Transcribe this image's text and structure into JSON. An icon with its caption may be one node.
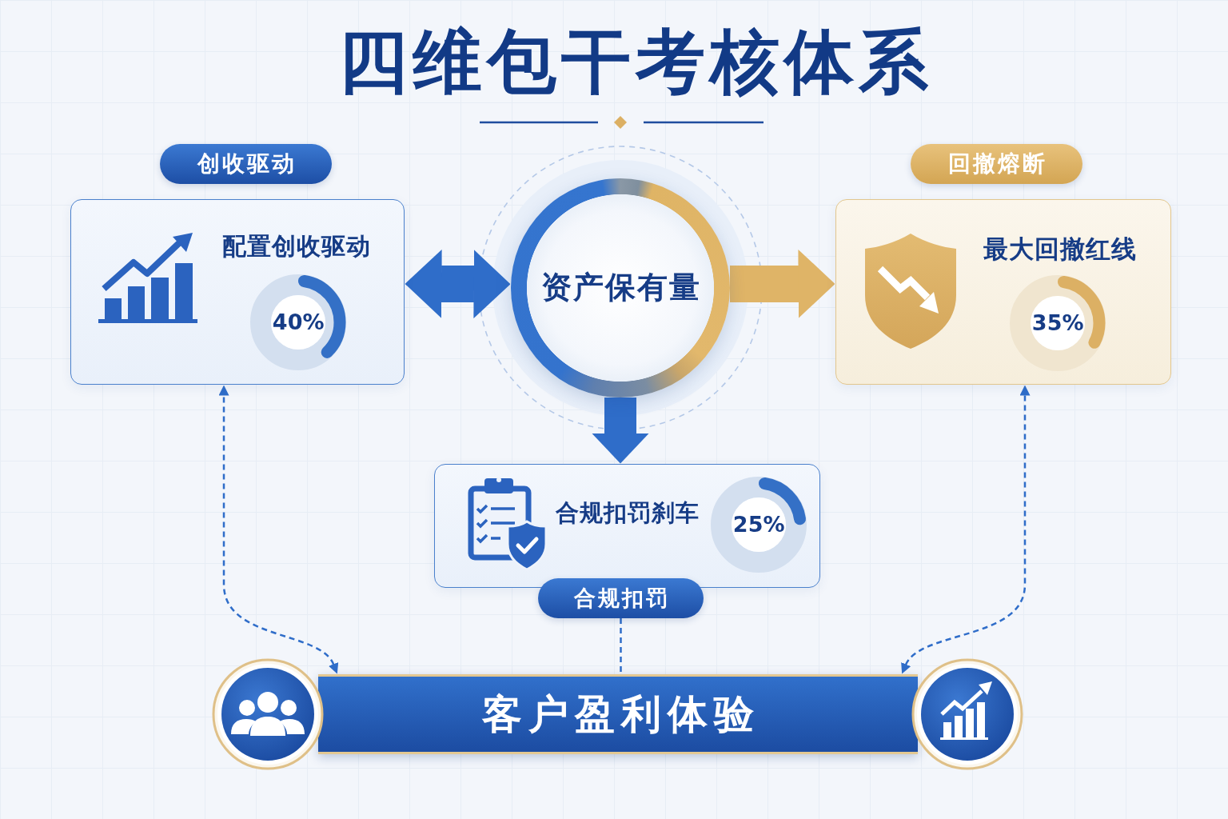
{
  "diagram": {
    "title": "四维包干考核体系",
    "nodes": [
      {
        "text": [
          "创收驱动"
        ]
      },
      {
        "text": [
          "回撤熔断"
        ]
      },
      {
        "text": [
          "配置创收驱动"
        ]
      },
      {
        "text": [
          "40%"
        ],
        "in": 2
      },
      {
        "text": [
          "资产保有量"
        ]
      },
      {
        "text": [
          "最大回撤红线"
        ]
      },
      {
        "text": [
          "35%"
        ],
        "in": 5
      },
      {
        "text": [
          "合规扣罚刹车"
        ]
      },
      {
        "text": [
          "25%"
        ],
        "in": 7
      },
      {
        "text": [
          "合规扣罚"
        ]
      },
      {
        "text": [
          "客户盈利体验"
        ]
      }
    ],
    "edges": [
      {
        "from": 4,
        "to": 2,
        "arrow": "both",
        "style": "thick"
      },
      {
        "from": 4,
        "to": 5,
        "arrow": "to",
        "style": "thick",
        "color": "#dfb467"
      },
      {
        "from": 4,
        "to": 7,
        "arrow": "to",
        "style": "thick"
      },
      {
        "from": 10,
        "to": 2,
        "arrow": "both",
        "style": "dashed"
      },
      {
        "from": 10,
        "to": 5,
        "arrow": "both",
        "style": "dashed"
      },
      {
        "from": 9,
        "to": 10,
        "arrow": "none",
        "style": "dashed"
      }
    ]
  }
}
